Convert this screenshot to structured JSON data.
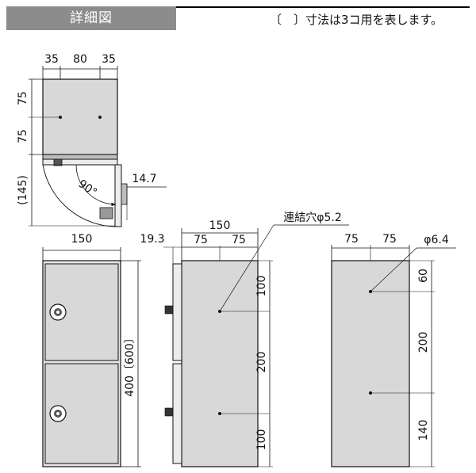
{
  "header": {
    "title": "詳細図",
    "note": "〔　〕寸法は3コ用を表します。"
  },
  "top_view": {
    "dim_35_left": "35",
    "dim_80": "80",
    "dim_35_right": "35",
    "dim_75_upper": "75",
    "dim_75_lower": "75",
    "dim_145": "(145)",
    "angle": "90°",
    "dim_14_7": "14.7"
  },
  "front_view": {
    "width": "150",
    "height": "400〔600〕"
  },
  "side_view": {
    "width": "150",
    "offset": "19.3",
    "dim_75_left": "75",
    "dim_75_right": "75",
    "hole_label": "連結穴φ5.2",
    "dim_100_top": "100",
    "dim_200": "200",
    "dim_100_bottom": "100"
  },
  "back_view": {
    "dim_75_left": "75",
    "dim_75_right": "75",
    "hole_label": "φ6.4",
    "dim_60": "60",
    "dim_200": "200",
    "dim_140": "140"
  },
  "colors": {
    "panel": "#d8d8d8",
    "panel_dark": "#bdbdbd",
    "header": "#8c8c8c",
    "line": "#111111"
  }
}
